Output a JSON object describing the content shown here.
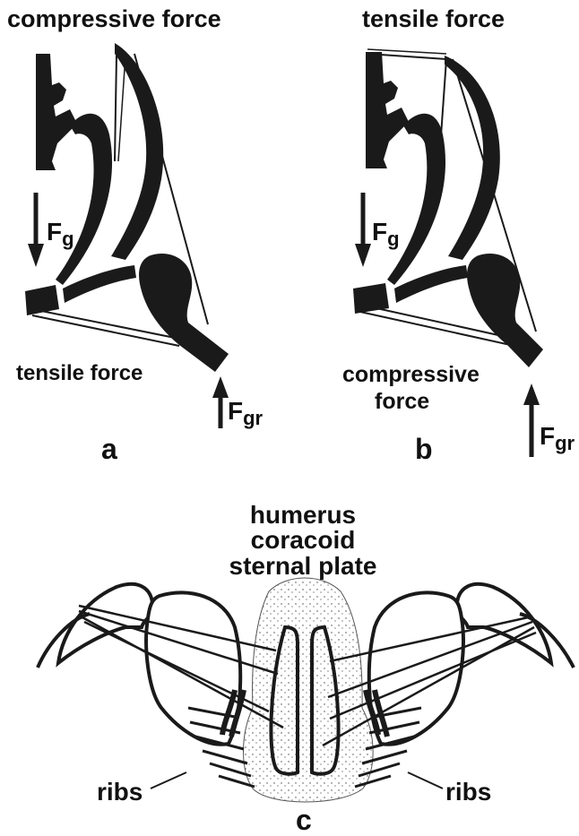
{
  "panel_a": {
    "top_label": "compressive force",
    "bottom_label": "tensile force",
    "force_g_main": "F",
    "force_g_sub": "g",
    "force_gr_main": "F",
    "force_gr_sub": "gr",
    "panel_letter": "a"
  },
  "panel_b": {
    "top_label": "tensile force",
    "bottom_label_line1": "compressive",
    "bottom_label_line2": "force",
    "force_g_main": "F",
    "force_g_sub": "g",
    "force_gr_main": "F",
    "force_gr_sub": "gr",
    "panel_letter": "b"
  },
  "panel_c": {
    "legend_line1": "humerus",
    "legend_line2": "coracoid",
    "legend_line3": "sternal plate",
    "ribs_left": "ribs",
    "ribs_right": "ribs",
    "panel_letter": "c"
  },
  "colors": {
    "ink": "#1a1a1a",
    "paper": "#ffffff",
    "stipple": "#444444"
  }
}
